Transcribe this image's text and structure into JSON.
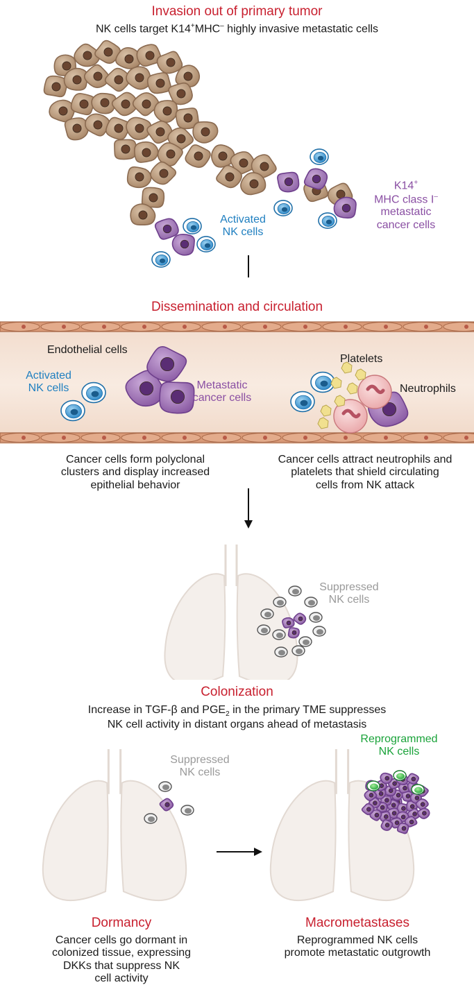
{
  "section1": {
    "title": "Invasion out of primary tumor",
    "subtitle_pre": "NK cells target K14",
    "subtitle_sup1": "+",
    "subtitle_mid": "MHC",
    "subtitle_sup2": "–",
    "subtitle_post": " highly invasive metastatic cells",
    "label_nk": [
      "Activated",
      "NK cells"
    ],
    "label_meta": [
      "K14",
      "+",
      "MHC class I",
      "–",
      "metastatic",
      "cancer cells"
    ]
  },
  "section2": {
    "title": "Dissemination and circulation",
    "label_endothelial": "Endothelial cells",
    "label_nk": [
      "Activated",
      "NK cells"
    ],
    "label_meta": [
      "Metastatic",
      "cancer cells"
    ],
    "label_platelets": "Platelets",
    "label_neutrophils": "Neutrophils",
    "caption_left": [
      "Cancer cells form polyclonal",
      "clusters and display increased",
      "epithelial behavior"
    ],
    "caption_right": [
      "Cancer cells attract neutrophils and",
      "platelets that shield circulating",
      "cells from NK attack"
    ]
  },
  "section3": {
    "title": "Colonization",
    "label_nk": [
      "Suppressed",
      "NK cells"
    ],
    "caption_1a": "Increase in TGF-β and PGE",
    "caption_1sub": "2",
    "caption_1b": " in the primary TME suppresses",
    "caption_2": "NK cell activity in distant organs ahead of metastasis"
  },
  "section4": {
    "left_title": "Dormancy",
    "left_label_nk": [
      "Suppressed",
      "NK cells"
    ],
    "left_caption": [
      "Cancer cells go dormant in",
      "colonized tissue, expressing",
      "DKKs that suppress NK",
      "cell activity"
    ],
    "right_title": "Macrometastases",
    "right_label_nk": [
      "Reprogrammed",
      "NK cells"
    ],
    "right_caption": [
      "Reprogrammed NK cells",
      "promote metastatic outgrowth"
    ]
  },
  "colors": {
    "title_red": "#c8202f",
    "nk_blue": "#1f7fc0",
    "cancer_purple": "#8a4fa3",
    "suppressed_gray": "#9a9a9a",
    "reprogrammed_green": "#1aa33a",
    "tumor_tan": "#b99a7e",
    "vessel_wall": "#c98a6a"
  }
}
